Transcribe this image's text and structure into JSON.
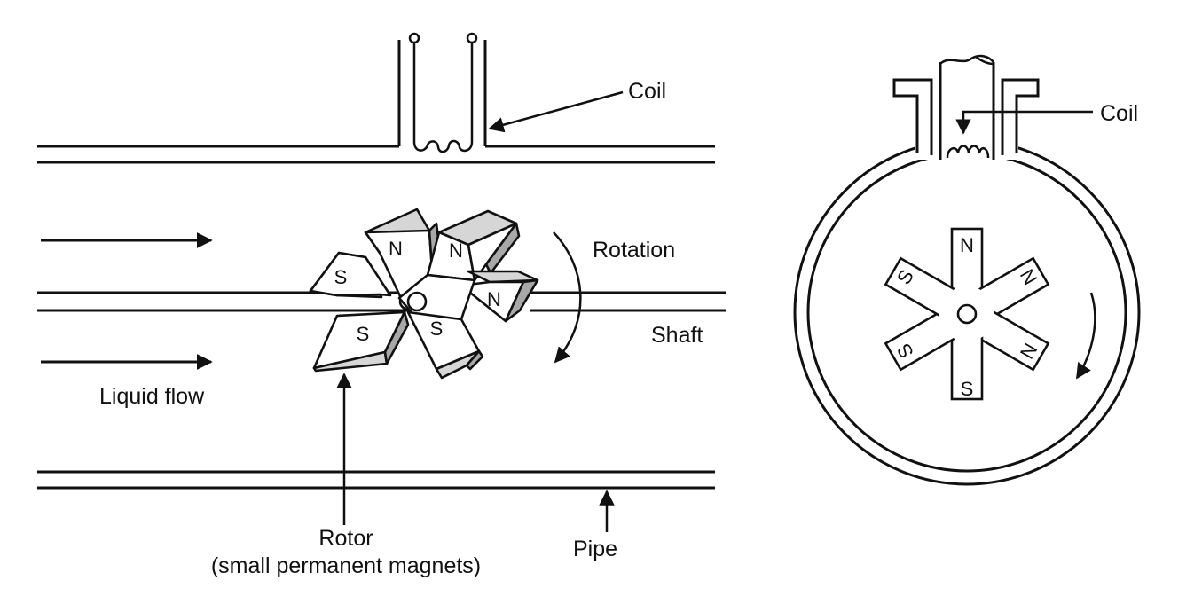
{
  "left_view": {
    "coil_label": "Coil",
    "rotation_label": "Rotation",
    "shaft_label": "Shaft",
    "liquid_flow_label": "Liquid flow",
    "rotor_label_line1": "Rotor",
    "rotor_label_line2": "(small permanent magnets)",
    "pipe_label": "Pipe",
    "poles": [
      "S",
      "N",
      "N",
      "N",
      "S",
      "S"
    ]
  },
  "right_view": {
    "coil_label": "Coil",
    "poles": [
      "N",
      "N",
      "N",
      "S",
      "S",
      "S"
    ]
  }
}
